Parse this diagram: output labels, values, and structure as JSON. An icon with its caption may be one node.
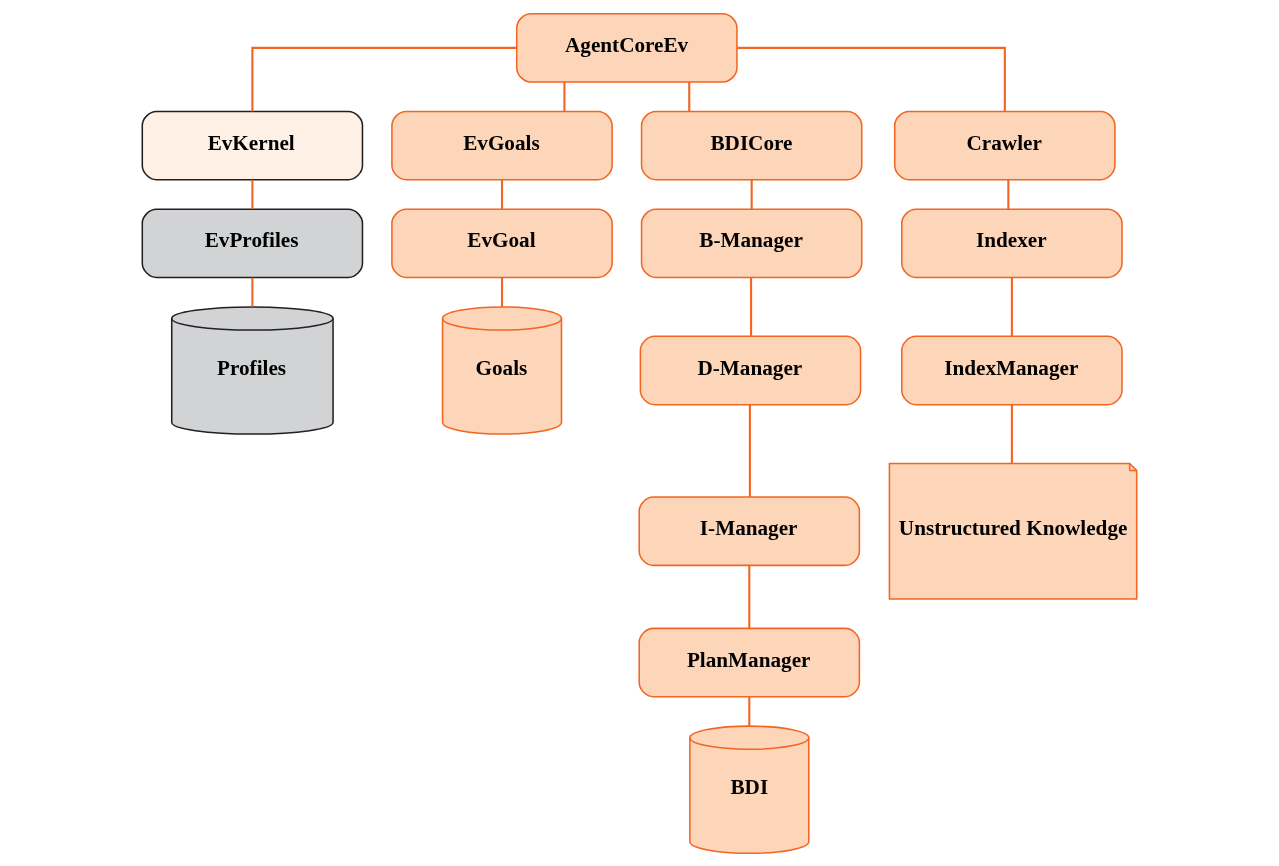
{
  "diagram": {
    "nodes": [
      {
        "text": [
          "AgentCoreEv"
        ]
      },
      {
        "text": [
          "EvKernel"
        ]
      },
      {
        "text": [
          "EvProfiles"
        ]
      },
      {
        "text": [
          "Profiles"
        ]
      },
      {
        "text": [
          "EvGoals"
        ]
      },
      {
        "text": [
          "EvGoal"
        ]
      },
      {
        "text": [
          "Goals"
        ]
      },
      {
        "text": [
          "BDICore"
        ]
      },
      {
        "text": [
          "B-Manager"
        ]
      },
      {
        "text": [
          "D-Manager"
        ]
      },
      {
        "text": [
          "I-Manager"
        ]
      },
      {
        "text": [
          "PlanManager"
        ]
      },
      {
        "text": [
          "BDI"
        ]
      },
      {
        "text": [
          "Crawler"
        ]
      },
      {
        "text": [
          "Indexer"
        ]
      },
      {
        "text": [
          "IndexManager"
        ]
      },
      {
        "text": [
          "Unstructured Knowledge"
        ]
      }
    ],
    "edges": [
      {
        "from": 0,
        "to": 1,
        "arrow": "none"
      },
      {
        "from": 0,
        "to": 4,
        "arrow": "none"
      },
      {
        "from": 0,
        "to": 7,
        "arrow": "none"
      },
      {
        "from": 0,
        "to": 13,
        "arrow": "none"
      },
      {
        "from": 1,
        "to": 2,
        "arrow": "none"
      },
      {
        "from": 2,
        "to": 3,
        "arrow": "none"
      },
      {
        "from": 4,
        "to": 5,
        "arrow": "none"
      },
      {
        "from": 5,
        "to": 6,
        "arrow": "none"
      },
      {
        "from": 7,
        "to": 8,
        "arrow": "none"
      },
      {
        "from": 8,
        "to": 9,
        "arrow": "none"
      },
      {
        "from": 9,
        "to": 10,
        "arrow": "none"
      },
      {
        "from": 10,
        "to": 11,
        "arrow": "none"
      },
      {
        "from": 11,
        "to": 12,
        "arrow": "none"
      },
      {
        "from": 13,
        "to": 14,
        "arrow": "none"
      },
      {
        "from": 14,
        "to": 15,
        "arrow": "none"
      },
      {
        "from": 15,
        "to": 16,
        "arrow": "none"
      }
    ]
  }
}
